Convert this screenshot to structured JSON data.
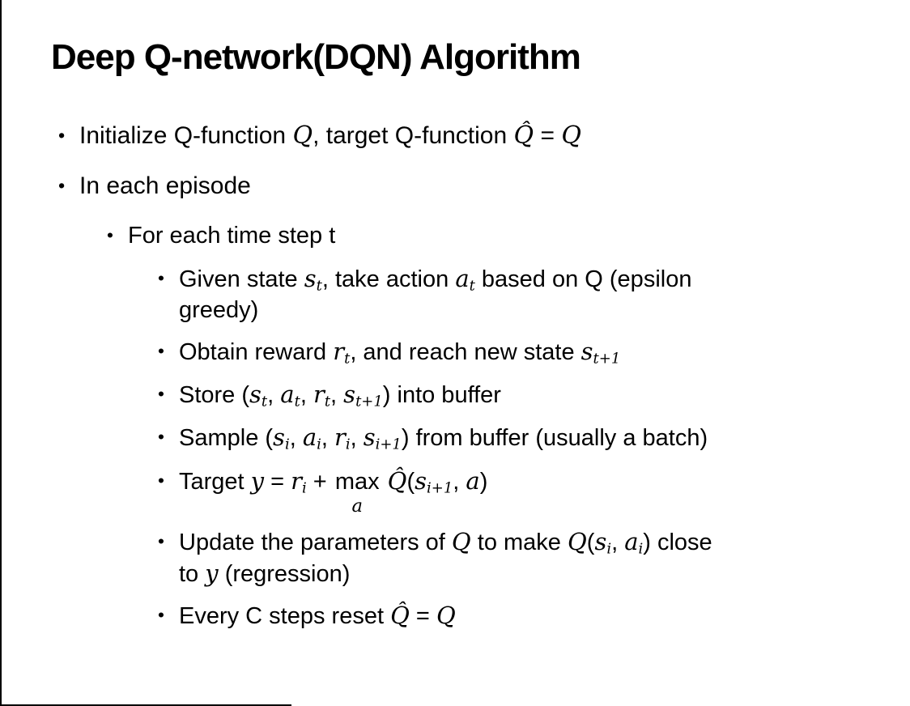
{
  "slide": {
    "title": "Deep Q-network(DQN) Algorithm",
    "bullets": [
      {
        "level": 1,
        "runs": [
          {
            "s": "plain",
            "t": "Initialize Q-function "
          },
          {
            "s": "math",
            "t": "Q"
          },
          {
            "s": "plain",
            "t": ", target Q-function "
          },
          {
            "s": "math",
            "t": "Q̂"
          },
          {
            "s": "plain",
            "t": " = "
          },
          {
            "s": "math",
            "t": "Q"
          }
        ]
      },
      {
        "level": 1,
        "runs": [
          {
            "s": "plain",
            "t": "In each episode"
          }
        ]
      },
      {
        "level": 2,
        "runs": [
          {
            "s": "plain",
            "t": "For each time step t"
          }
        ]
      },
      {
        "level": 3,
        "runs": [
          {
            "s": "plain",
            "t": "Given state "
          },
          {
            "s": "math",
            "t": "s"
          },
          {
            "s": "sub",
            "t": "t"
          },
          {
            "s": "plain",
            "t": ", take action "
          },
          {
            "s": "math",
            "t": "a"
          },
          {
            "s": "sub",
            "t": "t"
          },
          {
            "s": "plain",
            "t": " based on Q (epsilon"
          },
          {
            "s": "br"
          },
          {
            "s": "plain",
            "t": "greedy)"
          }
        ]
      },
      {
        "level": 3,
        "runs": [
          {
            "s": "plain",
            "t": "Obtain reward "
          },
          {
            "s": "math",
            "t": "r"
          },
          {
            "s": "sub",
            "t": "t"
          },
          {
            "s": "plain",
            "t": ", and reach new state "
          },
          {
            "s": "math",
            "t": "s"
          },
          {
            "s": "sub",
            "t": "t+1"
          }
        ]
      },
      {
        "level": 3,
        "runs": [
          {
            "s": "plain",
            "t": "Store ("
          },
          {
            "s": "math",
            "t": "s"
          },
          {
            "s": "sub",
            "t": "t"
          },
          {
            "s": "plain",
            "t": ", "
          },
          {
            "s": "math",
            "t": "a"
          },
          {
            "s": "sub",
            "t": "t"
          },
          {
            "s": "plain",
            "t": ", "
          },
          {
            "s": "math",
            "t": "r"
          },
          {
            "s": "sub",
            "t": "t"
          },
          {
            "s": "plain",
            "t": ", "
          },
          {
            "s": "math",
            "t": "s"
          },
          {
            "s": "sub",
            "t": "t+1"
          },
          {
            "s": "plain",
            "t": ") into buffer"
          }
        ]
      },
      {
        "level": 3,
        "runs": [
          {
            "s": "plain",
            "t": "Sample ("
          },
          {
            "s": "math",
            "t": "s"
          },
          {
            "s": "sub",
            "t": "i"
          },
          {
            "s": "plain",
            "t": ", "
          },
          {
            "s": "math",
            "t": "a"
          },
          {
            "s": "sub",
            "t": "i"
          },
          {
            "s": "plain",
            "t": ", "
          },
          {
            "s": "math",
            "t": "r"
          },
          {
            "s": "sub",
            "t": "i"
          },
          {
            "s": "plain",
            "t": ", "
          },
          {
            "s": "math",
            "t": "s"
          },
          {
            "s": "sub",
            "t": "i+1"
          },
          {
            "s": "plain",
            "t": ") from buffer (usually a batch)"
          }
        ]
      },
      {
        "level": 3,
        "runs": [
          {
            "s": "plain",
            "t": "Target "
          },
          {
            "s": "math",
            "t": "y"
          },
          {
            "s": "plain",
            "t": " = "
          },
          {
            "s": "math",
            "t": "r"
          },
          {
            "s": "sub",
            "t": "i"
          },
          {
            "s": "plain",
            "t": " + "
          },
          {
            "s": "underset",
            "t": "max",
            "under": "a"
          },
          {
            "s": "plain",
            "t": " "
          },
          {
            "s": "math",
            "t": "Q̂"
          },
          {
            "s": "plain",
            "t": "("
          },
          {
            "s": "math",
            "t": "s"
          },
          {
            "s": "sub",
            "t": "i+1"
          },
          {
            "s": "plain",
            "t": ", "
          },
          {
            "s": "math",
            "t": "a"
          },
          {
            "s": "plain",
            "t": ")"
          }
        ]
      },
      {
        "level": 3,
        "runs": [
          {
            "s": "plain",
            "t": "Update the parameters of "
          },
          {
            "s": "math",
            "t": "Q"
          },
          {
            "s": "plain",
            "t": " to make "
          },
          {
            "s": "math",
            "t": "Q"
          },
          {
            "s": "plain",
            "t": "("
          },
          {
            "s": "math",
            "t": "s"
          },
          {
            "s": "sub",
            "t": "i"
          },
          {
            "s": "plain",
            "t": ", "
          },
          {
            "s": "math",
            "t": "a"
          },
          {
            "s": "sub",
            "t": "i"
          },
          {
            "s": "plain",
            "t": ") close"
          },
          {
            "s": "br"
          },
          {
            "s": "plain",
            "t": "to "
          },
          {
            "s": "math",
            "t": "y"
          },
          {
            "s": "plain",
            "t": " (regression)"
          }
        ]
      },
      {
        "level": 3,
        "runs": [
          {
            "s": "plain",
            "t": "Every C steps reset "
          },
          {
            "s": "math",
            "t": "Q̂"
          },
          {
            "s": "plain",
            "t": " = "
          },
          {
            "s": "math",
            "t": "Q"
          }
        ]
      }
    ]
  },
  "icons": {
    "bullet": "•"
  },
  "colors": {
    "background": "#ffffff",
    "text": "#000000",
    "border": "#000000"
  }
}
